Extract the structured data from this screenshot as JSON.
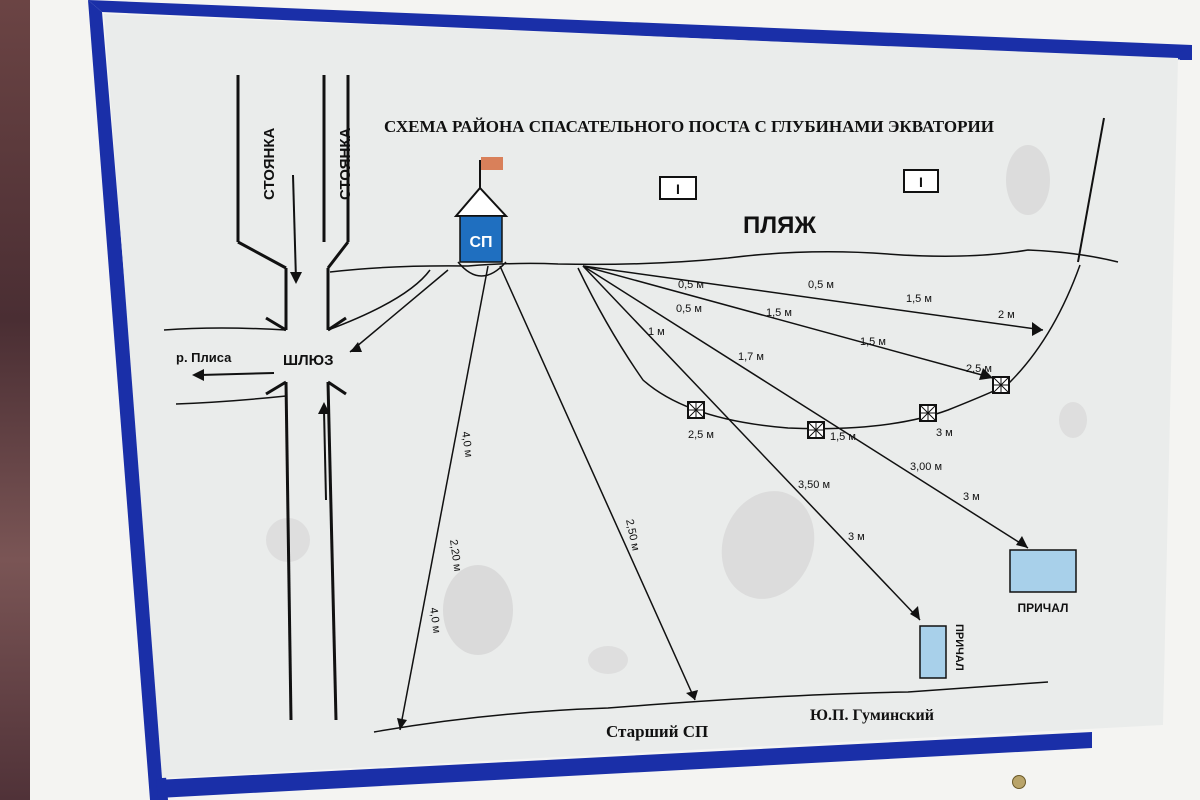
{
  "title": "СХЕМА РАЙОНА СПАСАТЕЛЬНОГО ПОСТА С ГЛУБИНАМИ ЭКВАТОРИИ",
  "parking_left": "СТОЯНКА",
  "parking_right": "СТОЯНКА",
  "post_label": "СП",
  "beach_label": "ПЛЯЖ",
  "zone_marker_1": "I",
  "zone_marker_2": "I",
  "lock_label": "ШЛЮЗ",
  "river_label": "р. Плиса",
  "pier_right_label": "ПРИЧАЛ",
  "pier_center_label": "ПРИЧАЛ",
  "footer_position": "Старший СП",
  "footer_name": "Ю.П. Гуминский",
  "depths": {
    "d1_1": "0,5 м",
    "d1_2": "0,5 м",
    "d1_3": "1,5 м",
    "d1_4": "2 м",
    "d2_1": "0,5 м",
    "d2_2": "1,5 м",
    "d2_3": "1,5 м",
    "d2_4": "2,5 м",
    "d3_1": "1 м",
    "d3_2": "1,7 м",
    "d3_3": "1,5 м",
    "d3_4": "3,00 м",
    "d3_5": "3 м",
    "d4_1": "3,50 м",
    "d4_2": "3 м",
    "d5_1": "2,50 м",
    "d6_1": "4,0 м",
    "d6_2": "2,20 м",
    "d6_3": "4,0 м",
    "buoy_1": "2,5 м",
    "buoy_3": "3 м"
  },
  "colors": {
    "frame_blue": "#1a2fa8",
    "post_blue": "#1f6fc0",
    "flag": "#d9805a",
    "pier_fill": "#a8d0ea"
  }
}
